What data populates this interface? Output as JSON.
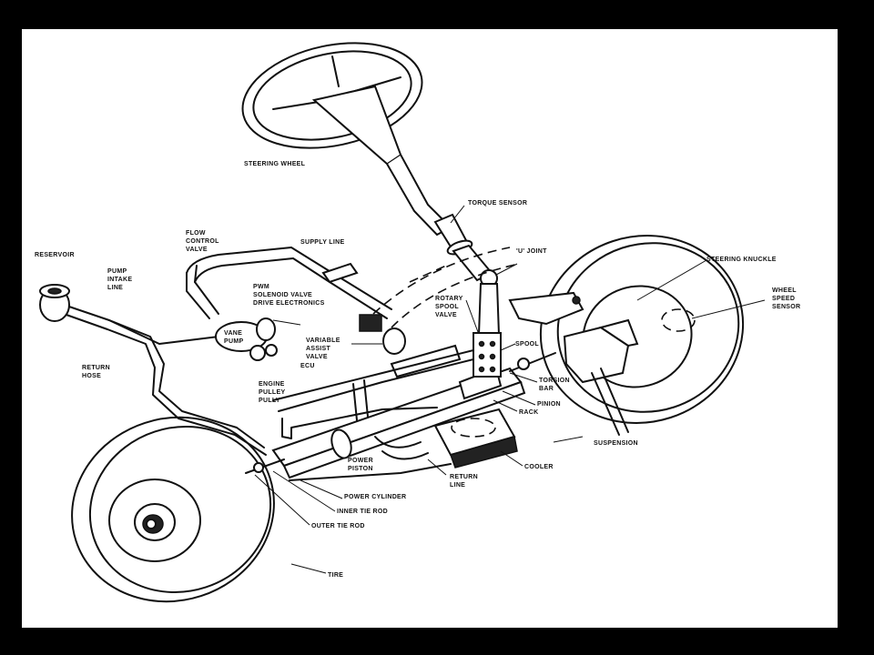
{
  "labels": {
    "steering_wheel": "STEERING WHEEL",
    "torque_sensor": "TORQUE SENSOR",
    "u_joint": "'U' JOINT",
    "steering_knuckle": "STEERING KNUCKLE",
    "wheel_speed_sensor_1": "WHEEL",
    "wheel_speed_sensor_2": "SPEED",
    "wheel_speed_sensor_3": "SENSOR",
    "reservoir": "RESERVOIR",
    "pump_intake_1": "PUMP",
    "pump_intake_2": "INTAKE",
    "pump_intake_3": "LINE",
    "flow_control_1": "FLOW",
    "flow_control_2": "CONTROL",
    "flow_control_3": "VALVE",
    "supply_line": "SUPPLY LINE",
    "pwm_1": "PWM",
    "pwm_2": "SOLENOID VALVE",
    "pwm_3": "DRIVE ELECTRONICS",
    "rotary_1": "ROTARY",
    "rotary_2": "SPOOL",
    "rotary_3": "VALVE",
    "vane_pump_1": "VANE",
    "vane_pump_2": "PUMP",
    "variable_assist_1": "VARIABLE",
    "variable_assist_2": "ASSIST",
    "variable_assist_3": "VALVE",
    "spool": "SPOOL",
    "return_hose_1": "RETURN",
    "return_hose_2": "HOSE",
    "ecu": "ECU",
    "engine_pulley_1": "ENGINE",
    "engine_pulley_2": "PULLEY",
    "engine_pulley_3": "PULLY",
    "torsion_bar_1": "TORSION",
    "torsion_bar_2": "BAR",
    "pinion": "PINION",
    "rack": "RACK",
    "suspension": "SUSPENSION",
    "power_piston_1": "POWER",
    "power_piston_2": "PISTON",
    "cooler": "COOLER",
    "return_line_1": "RETURN",
    "return_line_2": "LINE",
    "power_cylinder": "POWER CYLINDER",
    "inner_tie_rod": "INNER TIE ROD",
    "outer_tie_rod": "OUTER TIE ROD",
    "tire": "TIRE"
  }
}
